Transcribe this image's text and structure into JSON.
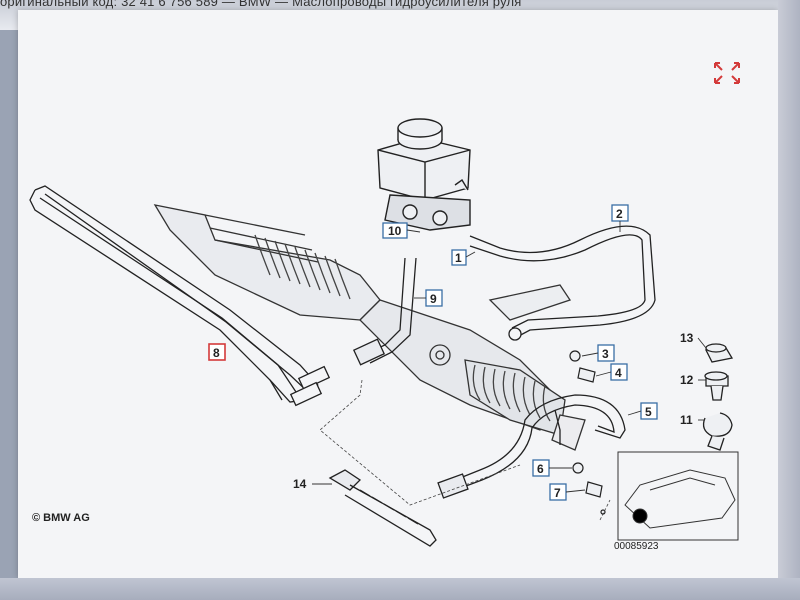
{
  "header": {
    "caption": "оригинальный код: 32 41 6 756 589 — BMW — Маслопроводы гидроусилителя руля"
  },
  "diagram": {
    "parts": [
      {
        "number": "1"
      },
      {
        "number": "2"
      },
      {
        "number": "3"
      },
      {
        "number": "4"
      },
      {
        "number": "5"
      },
      {
        "number": "6"
      },
      {
        "number": "7"
      },
      {
        "number": "8"
      },
      {
        "number": "9"
      },
      {
        "number": "10"
      },
      {
        "number": "11"
      },
      {
        "number": "12"
      },
      {
        "number": "13"
      },
      {
        "number": "14"
      }
    ],
    "highlighted_part": "8",
    "copyright": "© BMW AG",
    "reference_number": "00085923"
  },
  "colors": {
    "highlight": "#d33a3a",
    "line": "#2a2a2a",
    "label_box": "#3a6ea5"
  },
  "icons": {
    "expand": "expand-icon"
  }
}
